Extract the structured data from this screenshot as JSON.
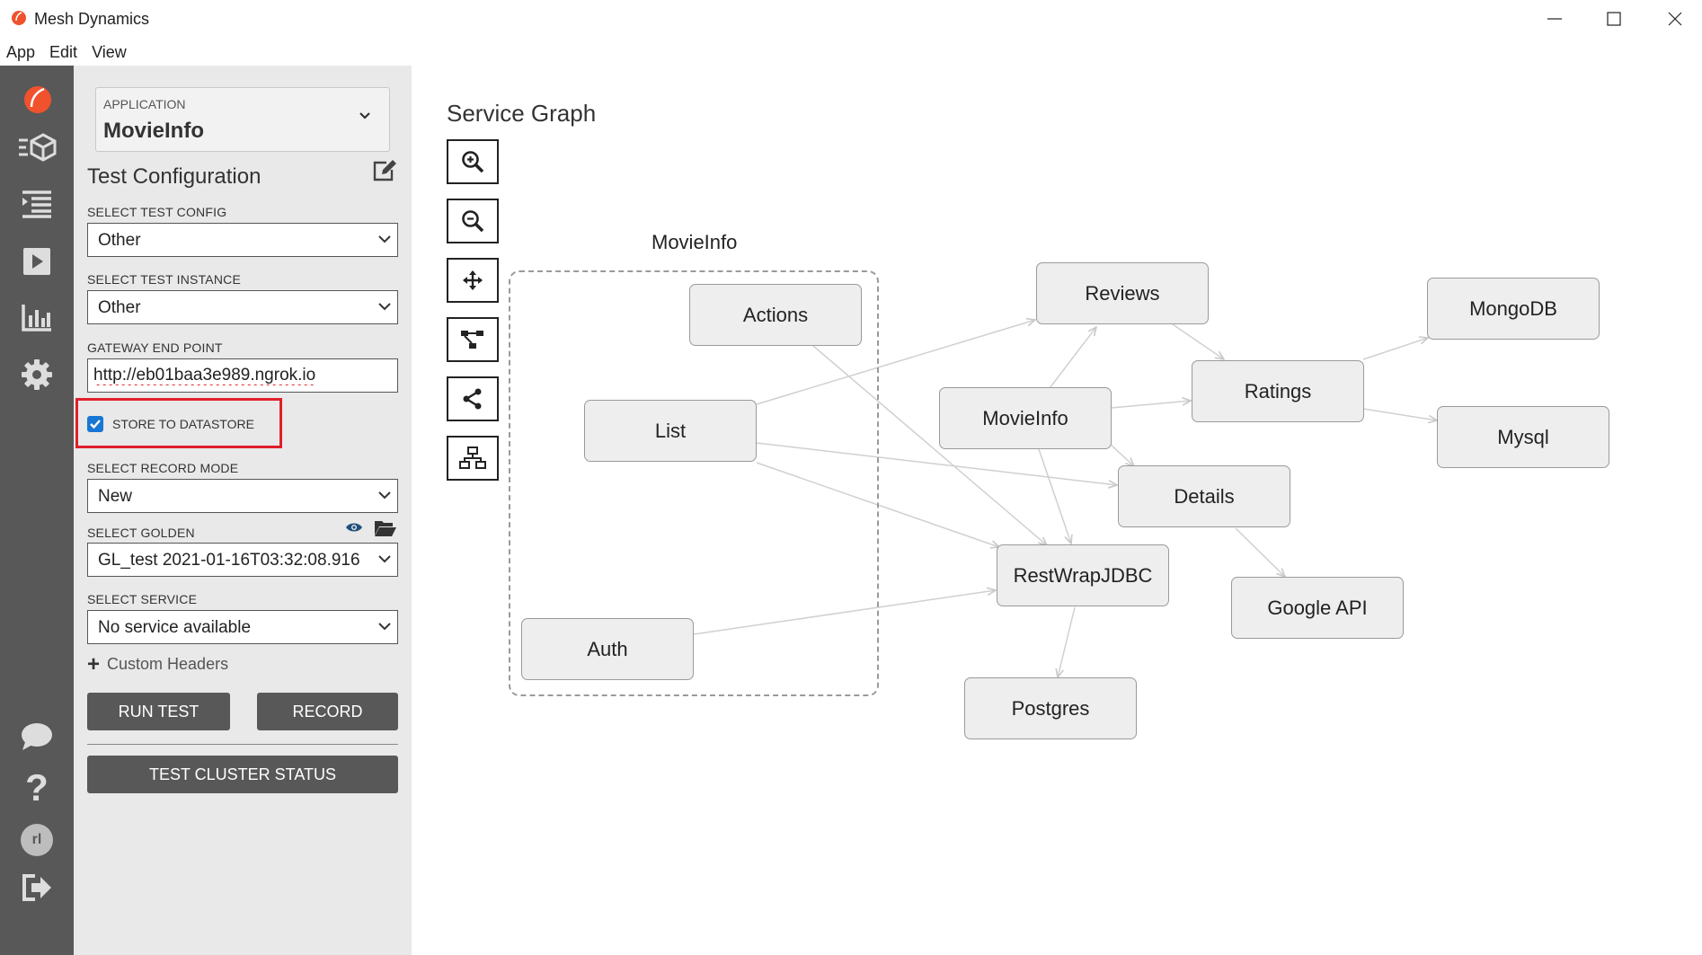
{
  "window": {
    "title": "Mesh Dynamics"
  },
  "menu": [
    "App",
    "Edit",
    "View"
  ],
  "rail": {
    "icons": [
      "logo-icon",
      "cube-list-icon",
      "list-icon",
      "play-icon",
      "bar-chart-icon",
      "gear-icon",
      "chat-icon",
      "help-icon",
      "avatar-icon",
      "logout-icon"
    ],
    "avatar_initials": "rl",
    "help_glyph": "?"
  },
  "panel": {
    "application_label": "APPLICATION",
    "application_value": "MovieInfo",
    "section_title": "Test Configuration",
    "test_config": {
      "label": "SELECT TEST CONFIG",
      "value": "Other"
    },
    "test_instance": {
      "label": "SELECT TEST INSTANCE",
      "value": "Other"
    },
    "gateway": {
      "label": "GATEWAY END POINT",
      "value": "http://eb01baa3e989.ngrok.io"
    },
    "store": {
      "label": "STORE TO DATASTORE",
      "checked": true
    },
    "record_mode": {
      "label": "SELECT RECORD MODE",
      "value": "New"
    },
    "golden": {
      "label": "SELECT GOLDEN",
      "value": "GL_test 2021-01-16T03:32:08.916"
    },
    "service": {
      "label": "SELECT SERVICE",
      "value": "No service available"
    },
    "custom_headers": "Custom Headers",
    "custom_headers_glyph": "+",
    "run_test": "RUN TEST",
    "record": "RECORD",
    "cluster_status": "TEST CLUSTER STATUS"
  },
  "graph": {
    "title": "Service Graph",
    "tools": [
      "zoom-in-icon",
      "zoom-out-icon",
      "move-icon",
      "hierarchy-icon",
      "share-icon",
      "sitemap-icon"
    ],
    "group_label": "MovieInfo",
    "nodes": {
      "actions": "Actions",
      "list": "List",
      "auth": "Auth",
      "reviews": "Reviews",
      "movieinfo": "MovieInfo",
      "ratings": "Ratings",
      "mongodb": "MongoDB",
      "mysql": "Mysql",
      "details": "Details",
      "restwrap": "RestWrapJDBC",
      "googleapi": "Google API",
      "postgres": "Postgres"
    }
  },
  "colors": {
    "rail": "#585858",
    "panel": "#e9e9e9",
    "accent": "#1976d2",
    "highlight": "#e0202a",
    "logo": "#f0522d"
  }
}
